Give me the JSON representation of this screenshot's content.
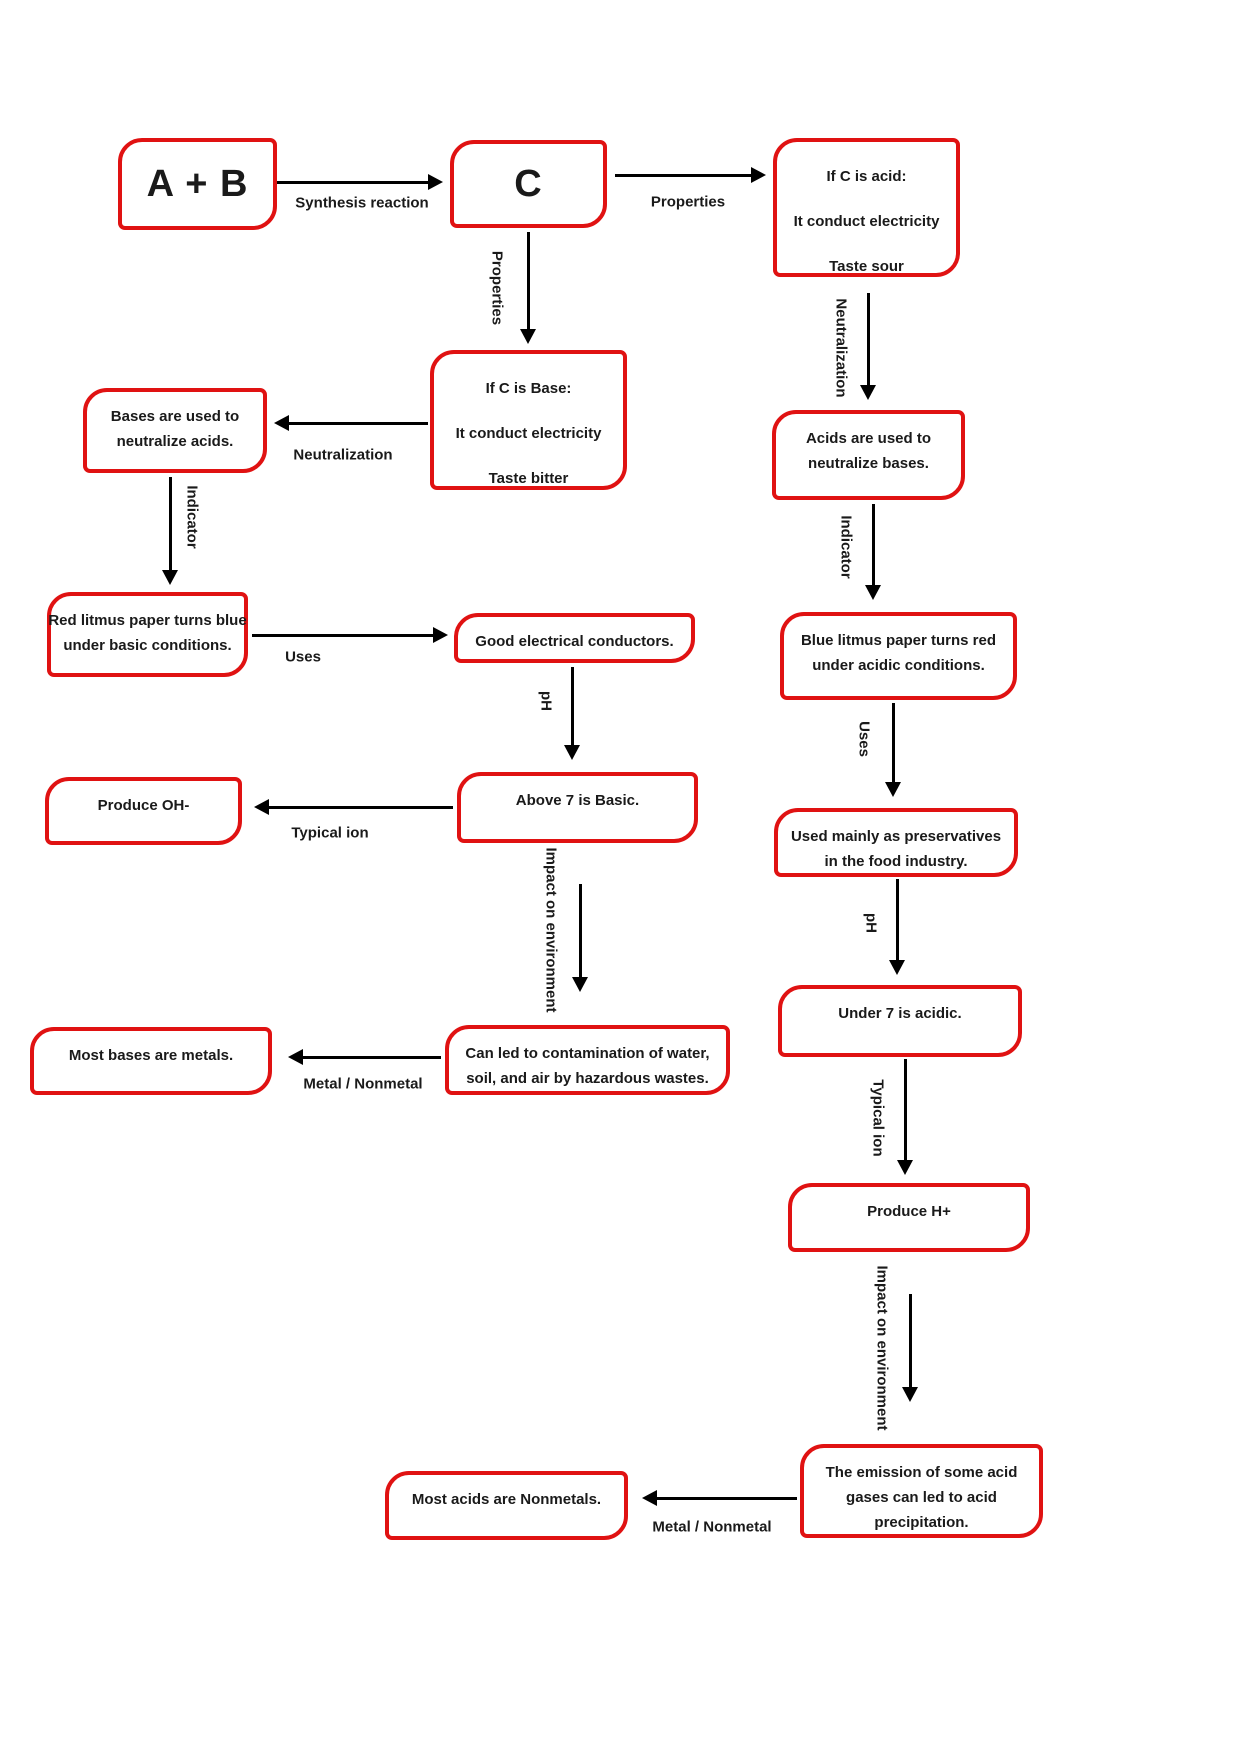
{
  "diagram": {
    "nodes": [
      {
        "id": "a-plus-b",
        "lines": [
          "A + B"
        ]
      },
      {
        "id": "c",
        "lines": [
          "C"
        ]
      },
      {
        "id": "acid-properties",
        "lines": [
          "If C is acid:",
          "It conduct electricity",
          "Taste sour"
        ]
      },
      {
        "id": "base-properties",
        "lines": [
          "If C is Base:",
          "It conduct electricity",
          "Taste bitter"
        ]
      },
      {
        "id": "bases-neutralize",
        "lines": [
          "Bases are used to",
          "neutralize acids."
        ]
      },
      {
        "id": "acids-neutralize",
        "lines": [
          "Acids are used to",
          "neutralize bases."
        ]
      },
      {
        "id": "red-litmus",
        "lines": [
          "Red litmus paper turns blue",
          "under basic conditions."
        ]
      },
      {
        "id": "blue-litmus",
        "lines": [
          "Blue litmus paper turns red",
          "under acidic conditions."
        ]
      },
      {
        "id": "good-conductors",
        "lines": [
          "Good electrical conductors."
        ]
      },
      {
        "id": "produce-oh",
        "lines": [
          "Produce OH-"
        ]
      },
      {
        "id": "above-7",
        "lines": [
          "Above 7 is Basic."
        ]
      },
      {
        "id": "preservatives",
        "lines": [
          "Used mainly as preservatives",
          "in the food industry."
        ]
      },
      {
        "id": "under-7",
        "lines": [
          "Under 7 is acidic."
        ]
      },
      {
        "id": "most-bases",
        "lines": [
          "Most bases are metals."
        ]
      },
      {
        "id": "contamination",
        "lines": [
          "Can led to contamination of water,",
          "soil, and air by hazardous wastes."
        ]
      },
      {
        "id": "produce-h",
        "lines": [
          "Produce H+"
        ]
      },
      {
        "id": "emission",
        "lines": [
          "The emission of some acid",
          "gases can led to acid",
          "precipitation."
        ]
      },
      {
        "id": "most-acids",
        "lines": [
          "Most acids are Nonmetals."
        ]
      }
    ],
    "edges": [
      {
        "id": "synthesis-reaction",
        "label": "Synthesis reaction",
        "from": "a-plus-b",
        "to": "c"
      },
      {
        "id": "properties-acid",
        "label": "Properties",
        "from": "c",
        "to": "acid-properties"
      },
      {
        "id": "properties-base",
        "label": "Properties",
        "from": "c",
        "to": "base-properties"
      },
      {
        "id": "neutralization-base",
        "label": "Neutralization",
        "from": "base-properties",
        "to": "bases-neutralize"
      },
      {
        "id": "indicator-base",
        "label": "Indicator",
        "from": "bases-neutralize",
        "to": "red-litmus"
      },
      {
        "id": "uses-base",
        "label": "Uses",
        "from": "red-litmus",
        "to": "good-conductors"
      },
      {
        "id": "ph-base",
        "label": "pH",
        "from": "good-conductors",
        "to": "above-7"
      },
      {
        "id": "typical-ion-base",
        "label": "Typical ion",
        "from": "above-7",
        "to": "produce-oh"
      },
      {
        "id": "impact-base",
        "label": "Impact on environment",
        "from": "above-7",
        "to": "contamination"
      },
      {
        "id": "metal-nonmetal-base",
        "label": "Metal / Nonmetal",
        "from": "contamination",
        "to": "most-bases"
      },
      {
        "id": "neutralization-acid",
        "label": "Neutralization",
        "from": "acid-properties",
        "to": "acids-neutralize"
      },
      {
        "id": "indicator-acid",
        "label": "Indicator",
        "from": "acids-neutralize",
        "to": "blue-litmus"
      },
      {
        "id": "uses-acid",
        "label": "Uses",
        "from": "blue-litmus",
        "to": "preservatives"
      },
      {
        "id": "ph-acid",
        "label": "pH",
        "from": "preservatives",
        "to": "under-7"
      },
      {
        "id": "typical-ion-acid",
        "label": "Typical ion",
        "from": "under-7",
        "to": "produce-h"
      },
      {
        "id": "impact-acid",
        "label": "Impact on environment",
        "from": "produce-h",
        "to": "emission"
      },
      {
        "id": "metal-nonmetal-acid",
        "label": "Metal / Nonmetal",
        "from": "emission",
        "to": "most-acids"
      }
    ]
  },
  "colors": {
    "box_border": "#e01212",
    "text": "#1a1a1a",
    "arrow": "#000000",
    "background": "#ffffff"
  }
}
